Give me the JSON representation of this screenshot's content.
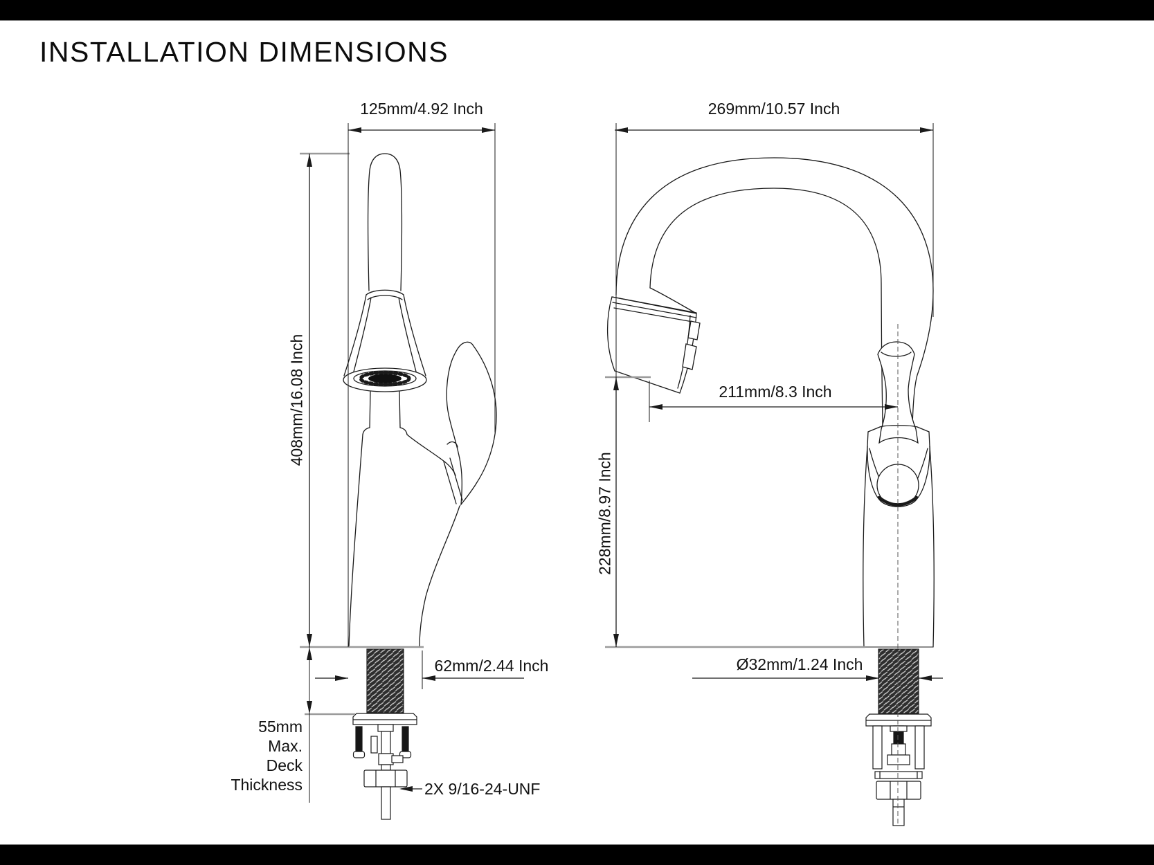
{
  "title": "INSTALLATION DIMENSIONS",
  "colors": {
    "letterbox": "#000000",
    "paper": "#ffffff",
    "line": "#1a1a1a",
    "tick_gray": "#9a9a9a"
  },
  "left_view": {
    "name": "faucet-side-view",
    "dimensions": {
      "spout_width": "125mm/4.92 Inch",
      "overall_height": "408mm/16.08 Inch",
      "base_width": "62mm/2.44 Inch",
      "deck_thickness_lines": [
        "55mm",
        "Max.",
        "Deck",
        "Thickness"
      ],
      "thread_spec": "2X 9/16-24-UNF"
    }
  },
  "right_view": {
    "name": "faucet-front-view",
    "dimensions": {
      "overall_reach": "269mm/10.57 Inch",
      "spout_reach": "211mm/8.3 Inch",
      "spout_height": "228mm/8.97 Inch",
      "shank_diameter": "Ø32mm/1.24 Inch"
    }
  }
}
